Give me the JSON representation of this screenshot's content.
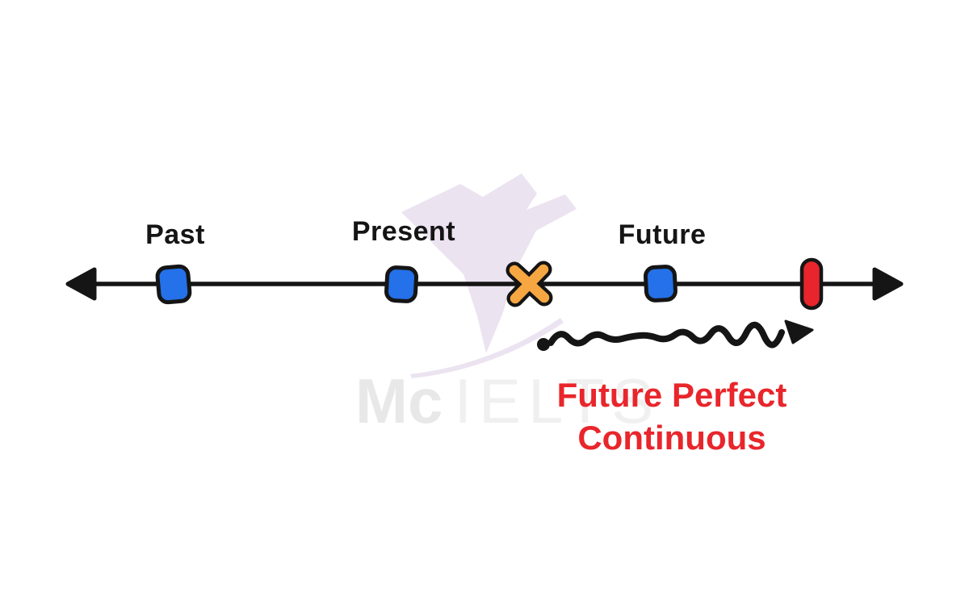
{
  "page": {
    "background": "#ffffff",
    "description": "Hand-drawn style grammar timeline diagram"
  },
  "timeline": {
    "labels": [
      {
        "label": "Past"
      },
      {
        "label": "Present"
      },
      {
        "label": "Future"
      }
    ]
  },
  "caption": {
    "line1": "Future Perfect",
    "line2": "Continuous"
  },
  "watermark": {
    "brand_bold": "Mc",
    "brand_light": "IELTS"
  },
  "icons": {
    "timeline_axis": "double-headed-arrow-line",
    "past_marker": "blue-rounded-square",
    "present_marker": "blue-rounded-square",
    "now_marker": "orange-x-cross",
    "future_marker": "blue-rounded-square",
    "endpoint_marker": "red-vertical-pill",
    "duration_arrow": "black-wavy-arrow-with-start-dot",
    "logo_watermark": "hummingbird-origami"
  },
  "colors": {
    "marker-blue": "#2471e9",
    "marker-orange": "#f6a742",
    "marker-red": "#e8242c",
    "ink-black": "#151515",
    "caption-red": "#e8262b",
    "watermark-lavender": "#ece3f1",
    "watermark-gray-bold": "#e8e8e8",
    "watermark-gray-light": "#f0f0f0"
  }
}
